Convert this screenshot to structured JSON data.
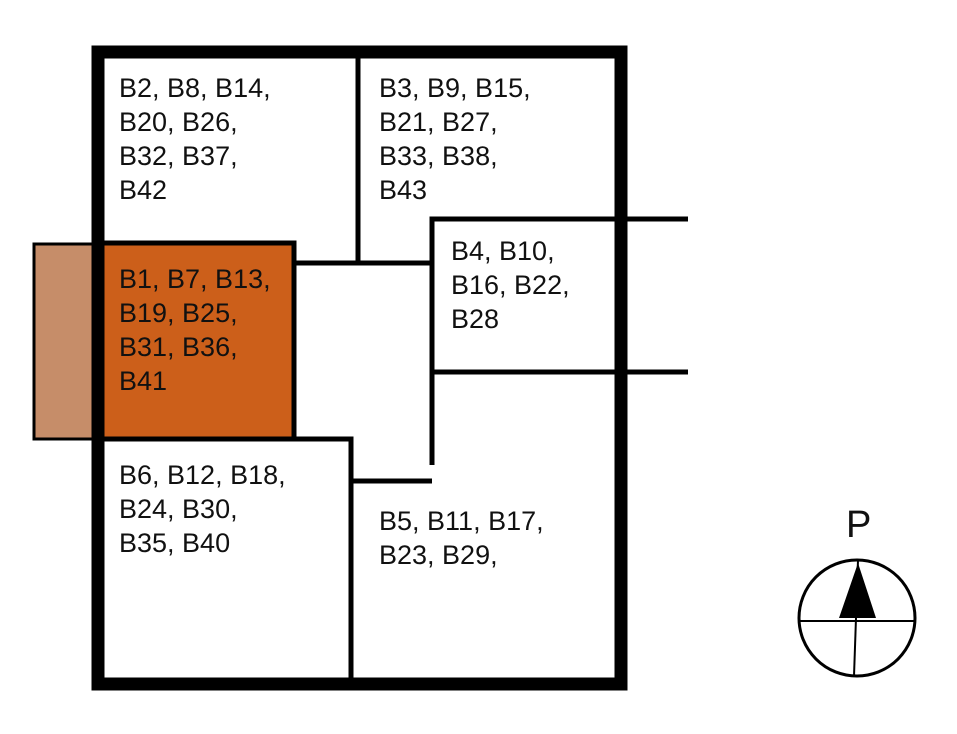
{
  "plan": {
    "colors": {
      "wall": "#000000",
      "highlight_unit": "#cc5f1a",
      "balcony": "#c68d69",
      "background": "#ffffff"
    },
    "units": [
      {
        "id": "north-west",
        "lines": [
          "B2, B8, B14,",
          "B20, B26,",
          "B32, B37,",
          "B42"
        ]
      },
      {
        "id": "north-east",
        "lines": [
          "B3, B9, B15,",
          "B21, B27,",
          "B33, B38,",
          "B43"
        ]
      },
      {
        "id": "west-highlighted",
        "highlighted": true,
        "lines": [
          "B1, B7, B13,",
          "B19, B25,",
          "B31, B36,",
          "B41"
        ]
      },
      {
        "id": "east",
        "lines": [
          "B4, B10,",
          "B16, B22,",
          "B28"
        ]
      },
      {
        "id": "south-west",
        "lines": [
          "B6, B12, B18,",
          "B24, B30,",
          "B35, B40"
        ]
      },
      {
        "id": "south-east",
        "lines": [
          "B5, B11, B17,",
          "B23, B29,"
        ]
      }
    ]
  },
  "compass": {
    "label": "P",
    "icon": "north-arrow-compass"
  }
}
